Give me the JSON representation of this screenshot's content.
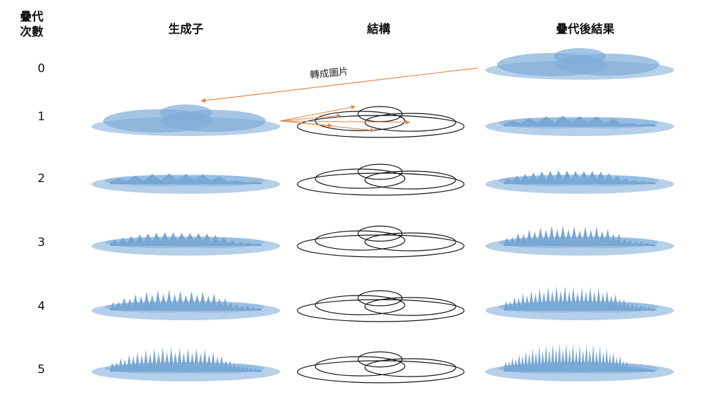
{
  "headers": {
    "iterations": "疊代\n次數",
    "generator": "生成子",
    "structure": "結構",
    "result": "疊代後結果"
  },
  "rows": [
    "0",
    "1",
    "2",
    "3",
    "4",
    "5"
  ],
  "annotation": "轉成圖片",
  "colors": {
    "fill_light": "#a9c8e6",
    "fill_mid": "#7fadd8",
    "fill_dark": "#5b93c9",
    "outline": "#111111",
    "arrow": "#e08a4a"
  }
}
